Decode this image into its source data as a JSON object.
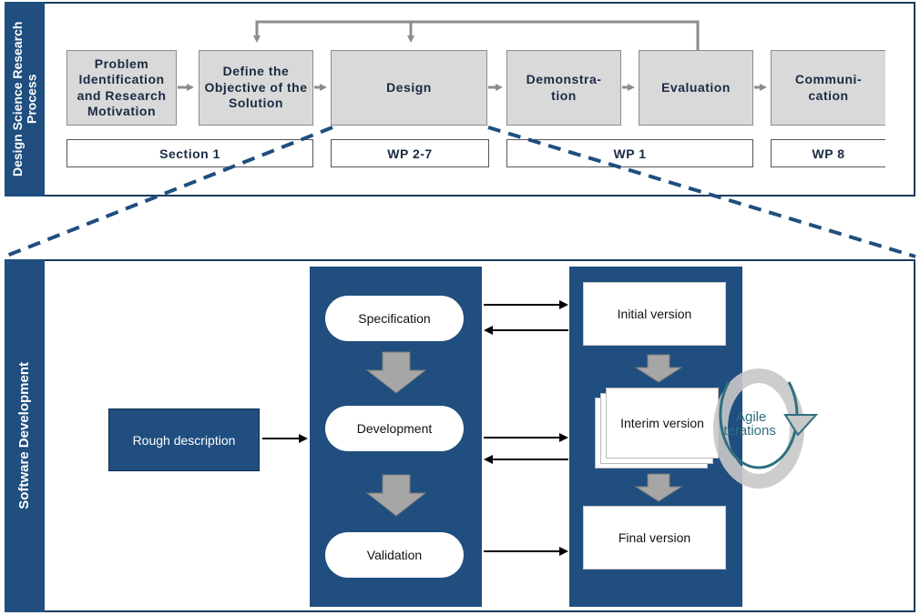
{
  "top_panel": {
    "sidebar_label": "Design Science Research Process",
    "steps": [
      {
        "label": "Problem Identification and Research Motivation"
      },
      {
        "label": "Define the Objective of the Solution"
      },
      {
        "label": "Design"
      },
      {
        "label": "Demonstra-tion"
      },
      {
        "label": "Evaluation"
      },
      {
        "label": "Communi-cation"
      }
    ],
    "references": [
      {
        "label": "Section 1"
      },
      {
        "label": "WP 2-7"
      },
      {
        "label": "WP 1"
      },
      {
        "label": "WP 8"
      }
    ]
  },
  "bottom_panel": {
    "sidebar_label": "Software Development",
    "rough_description": "Rough description",
    "process_steps": [
      {
        "label": "Specification"
      },
      {
        "label": "Development"
      },
      {
        "label": "Validation"
      }
    ],
    "versions": [
      {
        "label": "Initial version"
      },
      {
        "label": "Interim version"
      },
      {
        "label": "Final version"
      }
    ],
    "agile_label_line1": "Agile",
    "agile_label_line2": "iterations"
  },
  "colors": {
    "navy": "#1f4e7f",
    "grey_box": "#d9d9d9",
    "arrow_grey": "#8c8c8c",
    "teal_text": "#2e6f80"
  }
}
